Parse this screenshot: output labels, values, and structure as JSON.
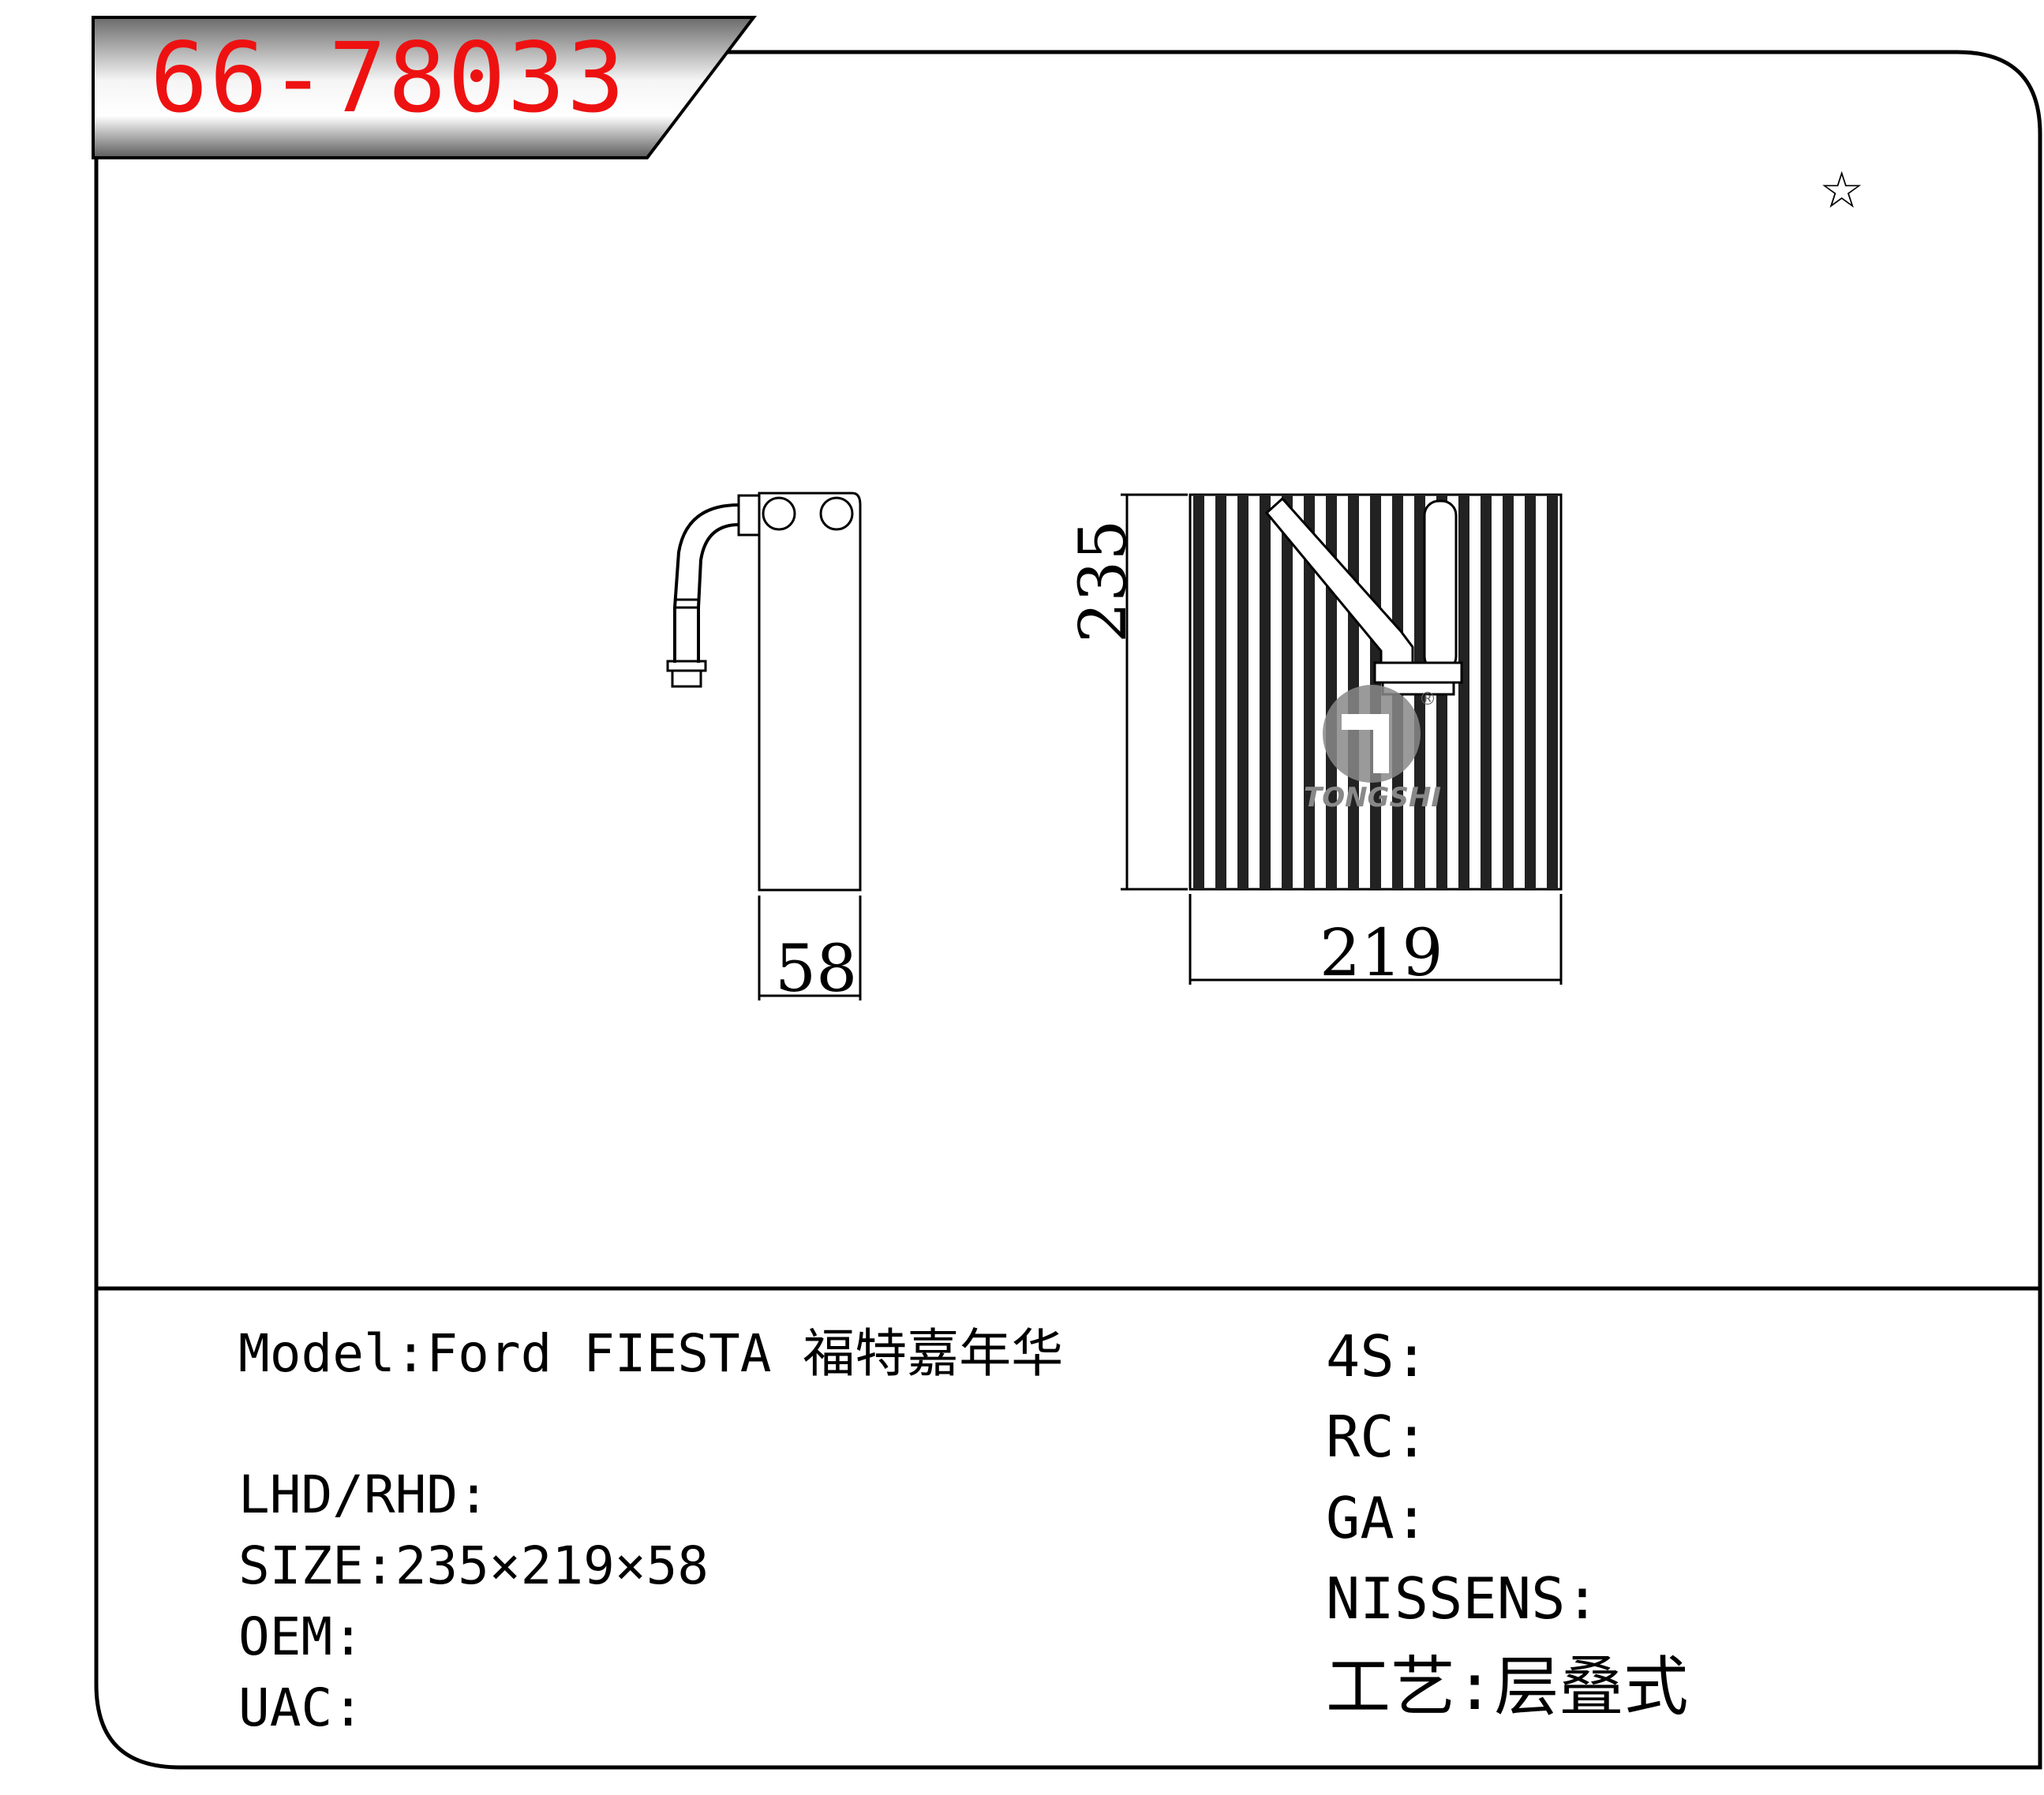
{
  "header": {
    "part_number": "66-78033"
  },
  "drawing": {
    "dim_width": "58",
    "dim_height": "235",
    "dim_length": "219",
    "logo_text": "TONGSHI",
    "logo_mark": "®"
  },
  "star_icon": "☆",
  "specs_left": {
    "model_label": "Model:",
    "model_value": "Ford FIESTA 福特嘉年华",
    "lhd_rhd_label": "LHD/RHD:",
    "size_label": "SIZE:",
    "size_value": "235×219×58",
    "oem_label": "OEM:",
    "uac_label": "UAC:"
  },
  "specs_right": {
    "s4_label": "4S:",
    "rc_label": "RC:",
    "ga_label": "GA:",
    "nissens_label": "NISSENS:",
    "process_label": "工艺:",
    "process_value": "层叠式"
  },
  "colors": {
    "title": "#ee1111",
    "frame": "#000000",
    "banner_dark": "#555555",
    "banner_light": "#f4f4f4"
  }
}
